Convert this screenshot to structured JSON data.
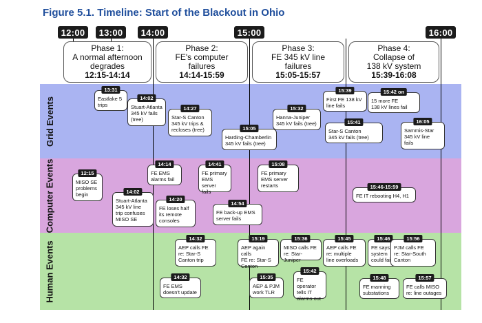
{
  "figure": {
    "title": "Figure 5.1. Timeline: Start of the Blackout in Ohio"
  },
  "times": [
    "12:00",
    "13:00",
    "14:00",
    "15:00",
    "16:00"
  ],
  "phases": [
    {
      "title": "Phase 1:\nA normal afternoon\ndegrades",
      "time": "12:15-14:14"
    },
    {
      "title": "Phase 2:\nFE's computer\nfailures",
      "time": "14:14-15:59"
    },
    {
      "title": "Phase 3:\nFE 345 kV line\nfailures",
      "time": "15:05-15:57"
    },
    {
      "title": "Phase 4:\nCollapse of\n138 kV system",
      "time": "15:39-16:08"
    }
  ],
  "bands": {
    "grid": "Grid Events",
    "computer": "Computer Events",
    "human": "Human Events"
  },
  "events": [
    {
      "time": "13:31",
      "text": "Eastlake 5\ntrips"
    },
    {
      "time": "14:02",
      "text": "Stuart-Atlanta\n345 kV fails\n(tree)"
    },
    {
      "time": "14:27",
      "text": "Star-S Canton\n345 kV trips &\nrecloses (tree)"
    },
    {
      "time": "15:05",
      "text": "Harding-Chamberlin\n345 kV fails (tree)"
    },
    {
      "time": "15:32",
      "text": "Hanna-Juniper\n345 kV fails (tree)"
    },
    {
      "time": "15:39",
      "text": "First FE 138 kV\nline fails"
    },
    {
      "time": "15:41",
      "text": "Star-S Canton\n345 kV fails (tree)"
    },
    {
      "time": "15:42 on",
      "text": "15 more FE\n138 kV lines fail"
    },
    {
      "time": "16:05",
      "text": "Sammis-Star\n345 kV line\nfails"
    },
    {
      "time": "12:15",
      "text": "MISO SE\nproblems\nbegin"
    },
    {
      "time": "14:02",
      "text": "Stuart-Atlanta\n345 kV line\ntrip confuses\nMISO SE"
    },
    {
      "time": "14:14",
      "text": "FE EMS\nalarms fail"
    },
    {
      "time": "14:20",
      "text": "FE loses half\nits remote\nconsoles"
    },
    {
      "time": "14:41",
      "text": "FE primary\nEMS server\nfails"
    },
    {
      "time": "14:54",
      "text": "FE back-up EMS\nserver fails"
    },
    {
      "time": "15:08",
      "text": "FE primary\nEMS server\nrestarts"
    },
    {
      "time": "15:46-15:59",
      "text": "FE IT rebooting H4, H1"
    },
    {
      "time": "14:32",
      "text": "AEP calls FE\nre: Star-S\nCanton trip"
    },
    {
      "time": "14:32",
      "text": "FE EMS\ndoesn't update"
    },
    {
      "time": "15:19",
      "text": "AEP again calls\nFE re: Star-S\nCanton"
    },
    {
      "time": "15:36",
      "text": "MISO calls FE\nre: Star-Juniper"
    },
    {
      "time": "15:35",
      "text": "AEP & PJM\nwork TLR"
    },
    {
      "time": "15:42",
      "text": "FE operator\ntells IT\nalarms out"
    },
    {
      "time": "15:45",
      "text": "AEP calls FE\nre: multiple\nline overloads"
    },
    {
      "time": "15:46",
      "text": "FE says\nsystem\ncould fail"
    },
    {
      "time": "15:56",
      "text": "PJM calls FE\nre: Star-South\nCanton"
    },
    {
      "time": "15:48",
      "text": "FE manning\nsubstations"
    },
    {
      "time": "15:57",
      "text": "FE calls MISO\nre: line outages"
    }
  ]
}
